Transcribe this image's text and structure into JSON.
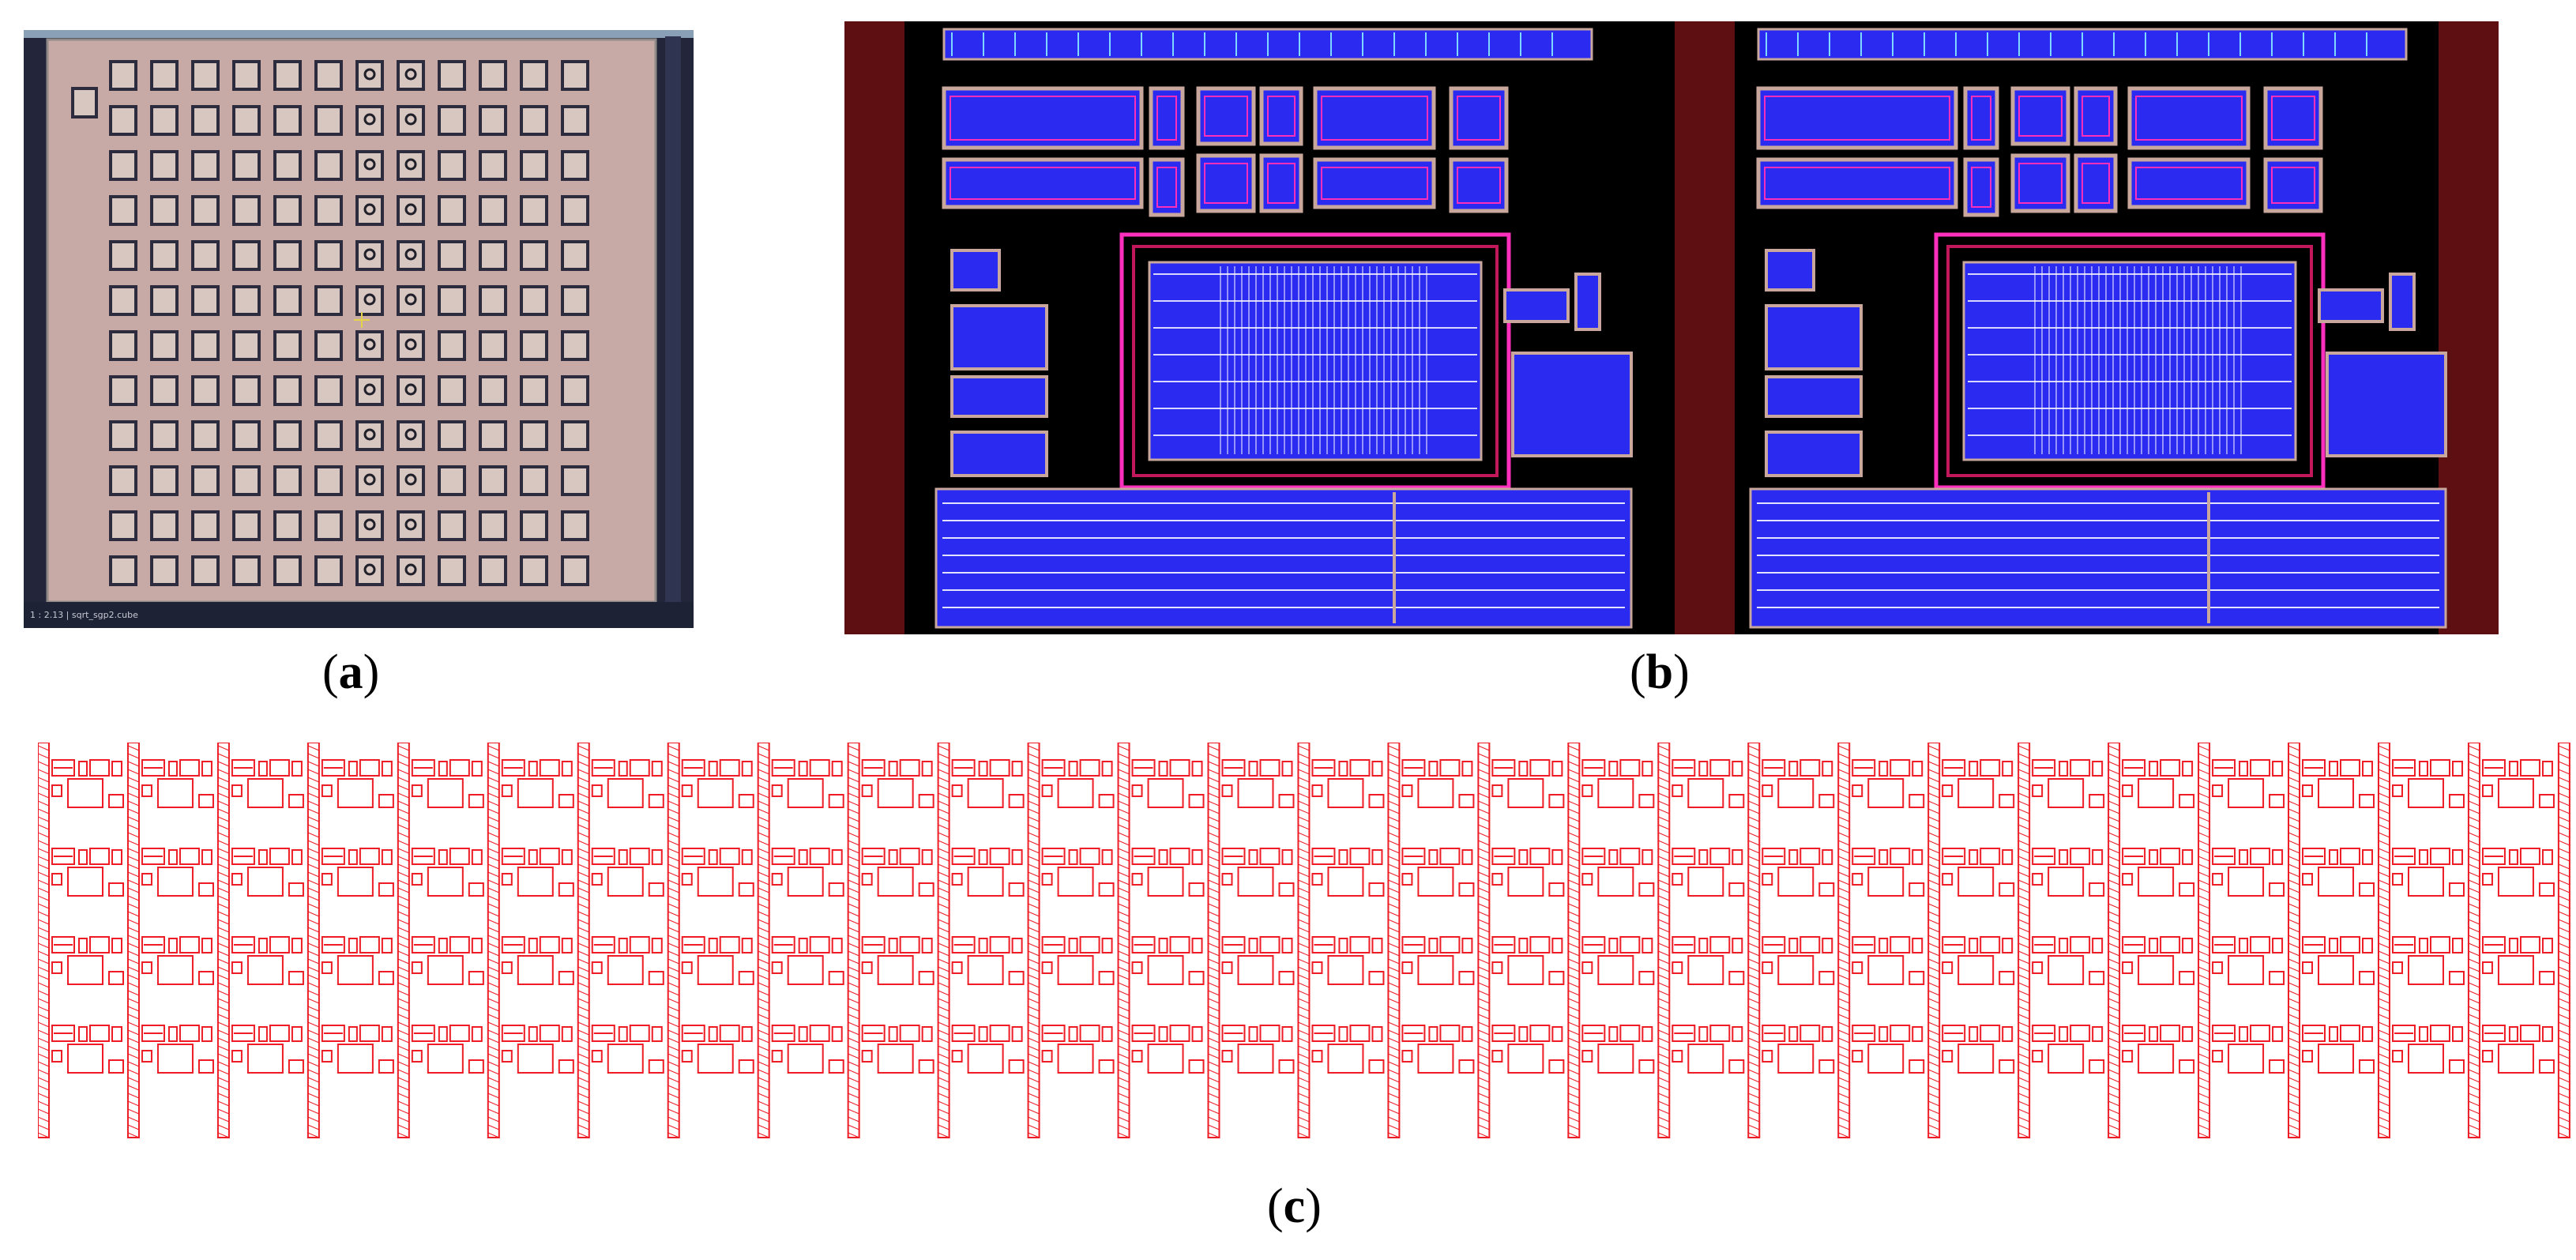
{
  "figure": {
    "panels": [
      {
        "id": "a",
        "caption_open": "(",
        "caption_letter": "a",
        "caption_close": ")",
        "content": "die-photo",
        "pad_grid": {
          "rows": 12,
          "cols": 12
        },
        "status_text": "1 : 2.13 | sqrt_sgp2.cube"
      },
      {
        "id": "b",
        "caption_open": "(",
        "caption_letter": "b",
        "caption_close": ")",
        "content": "layout-view",
        "cells": 2
      },
      {
        "id": "c",
        "caption_open": "(",
        "caption_letter": "c",
        "caption_close": ")",
        "content": "array-outline",
        "grid": {
          "rows": 4,
          "cols": 28
        }
      }
    ]
  },
  "colors": {
    "background": "#ffffff",
    "die_surface": "#c7aaa5",
    "die_pad_border": "#2c2c3e",
    "layout_background": "#000000",
    "layout_guard": "#5e0f12",
    "layout_metal": "#2a2af0",
    "layout_outline": "#ff2fbe",
    "layout_poly": "#c9a79d",
    "array_outline": "#ee1c25"
  }
}
